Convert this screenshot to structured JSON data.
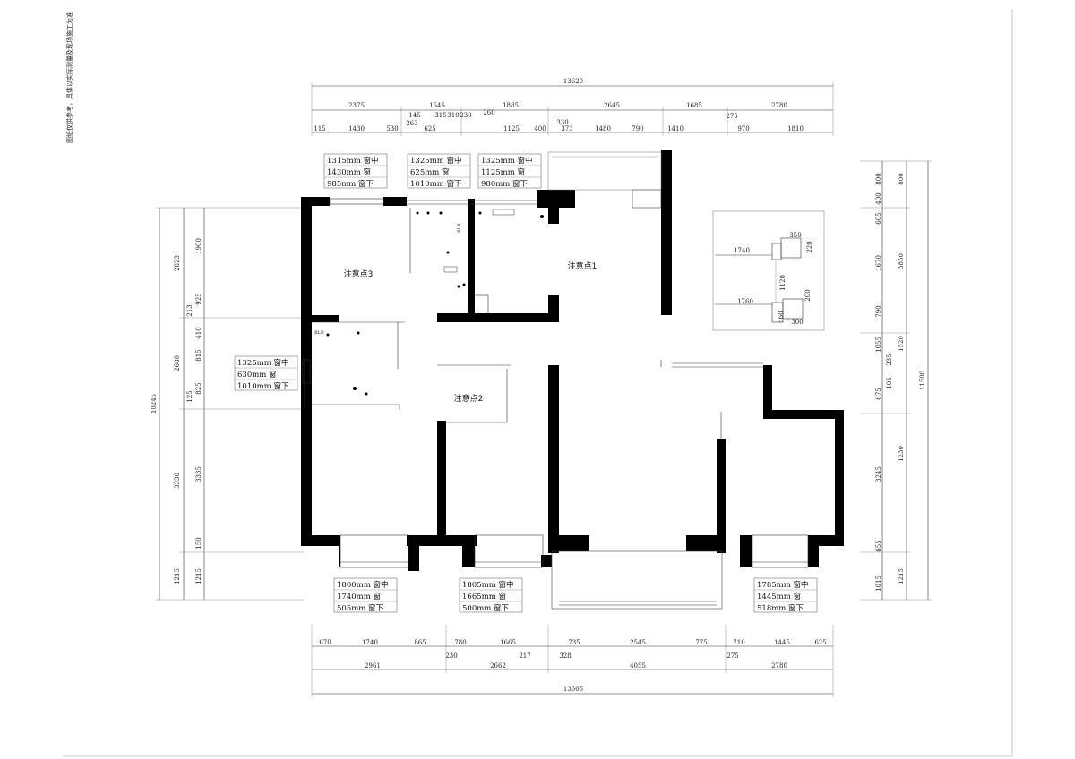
{
  "side_note": "图纸仅供参考，具体以实际测量及现场施工为准",
  "rooms": {
    "room1": "注意点1",
    "room2": "注意点2",
    "room3": "注意点3"
  },
  "top_dims": {
    "overall": "13620",
    "row2": [
      "2375",
      "1545",
      "1885",
      "2645",
      "1685",
      "2780"
    ],
    "row3": [
      "115",
      "1430",
      "530",
      "263",
      "625",
      "315",
      "310",
      "230",
      "1125",
      "400",
      "373",
      "1480",
      "790",
      "1410",
      "970",
      "1810"
    ],
    "small": [
      "145",
      "260",
      "330",
      "275"
    ]
  },
  "bottom_dims": {
    "row1": [
      "670",
      "1740",
      "865",
      "780",
      "1665",
      "217",
      "735",
      "2545",
      "775",
      "710",
      "1445",
      "625"
    ],
    "below": [
      "230",
      "328",
      "275"
    ],
    "row2": [
      "2961",
      "2662",
      "4055",
      "2780"
    ],
    "overall": "13605"
  },
  "left_dims": {
    "overall": "10245",
    "outer": [
      "2823",
      "2680",
      "3330",
      "1215"
    ],
    "inner": [
      "1900",
      "925",
      "213",
      "410",
      "815",
      "125",
      "825",
      "3335",
      "150",
      "1215"
    ]
  },
  "right_dims": {
    "overall": "11500",
    "outer": [
      "800",
      "3850",
      "1520",
      "1230",
      "1215"
    ],
    "inner": [
      "400",
      "605",
      "1670",
      "790",
      "1055",
      "235",
      "105",
      "675",
      "3245",
      "655",
      "1015"
    ]
  },
  "window_tables": [
    {
      "id": "t1",
      "rows": [
        "1315mm 窗中",
        "1430mm 窗",
        "985mm  窗下"
      ]
    },
    {
      "id": "t2",
      "rows": [
        "1325mm 窗中",
        "625mm 窗",
        "1010mm 窗下"
      ]
    },
    {
      "id": "t3",
      "rows": [
        "1325mm 窗中",
        "1125mm 窗",
        "980mm  窗下"
      ]
    },
    {
      "id": "t4",
      "rows": [
        "1325mm 窗中",
        "630mm 窗",
        "1010mm 窗下"
      ]
    },
    {
      "id": "t5",
      "rows": [
        "1800mm 窗中",
        "1740mm 窗",
        "505mm  窗下"
      ]
    },
    {
      "id": "t6",
      "rows": [
        "1805mm 窗中",
        "1665mm 窗",
        "500mm  窗下"
      ]
    },
    {
      "id": "t7",
      "rows": [
        "1785mm 窗中",
        "1445mm 窗",
        "518mm  窗下"
      ]
    }
  ],
  "inset": {
    "labels": [
      "1740",
      "350",
      "220",
      "1120",
      "1760",
      "200",
      "560",
      "300"
    ]
  },
  "small_labels": [
    "BLB",
    "BLB"
  ]
}
